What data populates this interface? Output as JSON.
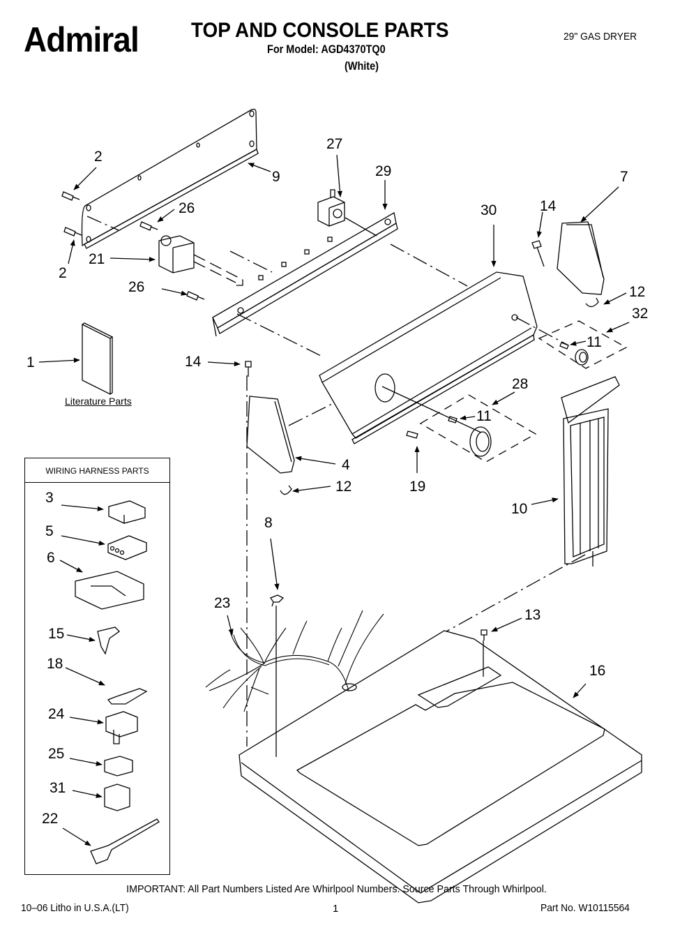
{
  "header": {
    "brand": "Admiral",
    "title": "TOP AND CONSOLE PARTS",
    "model_line": "For Model: AGD4370TQ0",
    "color": "(White)",
    "product": "29\" GAS DRYER"
  },
  "literature": {
    "label": "Literature Parts"
  },
  "wiring_harness": {
    "heading": "WIRING HARNESS PARTS",
    "items": [
      "3",
      "5",
      "6",
      "15",
      "18",
      "24",
      "25",
      "31",
      "22"
    ]
  },
  "callouts": {
    "c1": "1",
    "c2a": "2",
    "c2b": "2",
    "c9": "9",
    "c26a": "26",
    "c26b": "26",
    "c21": "21",
    "c27": "27",
    "c29": "29",
    "c30": "30",
    "c14a": "14",
    "c7": "7",
    "c12a": "12",
    "c32": "32",
    "c11a": "11",
    "c14b": "14",
    "c28": "28",
    "c11b": "11",
    "c4": "4",
    "c12b": "12",
    "c19": "19",
    "c10": "10",
    "c8": "8",
    "c23": "23",
    "c13": "13",
    "c16": "16"
  },
  "footer": {
    "important": "IMPORTANT: All Part Numbers Listed Are Whirlpool Numbers. Source Parts Through Whirlpool.",
    "litho": "10–06 Litho in U.S.A.(LT)",
    "page_number": "1",
    "part_number": "Part No. W10115564"
  }
}
